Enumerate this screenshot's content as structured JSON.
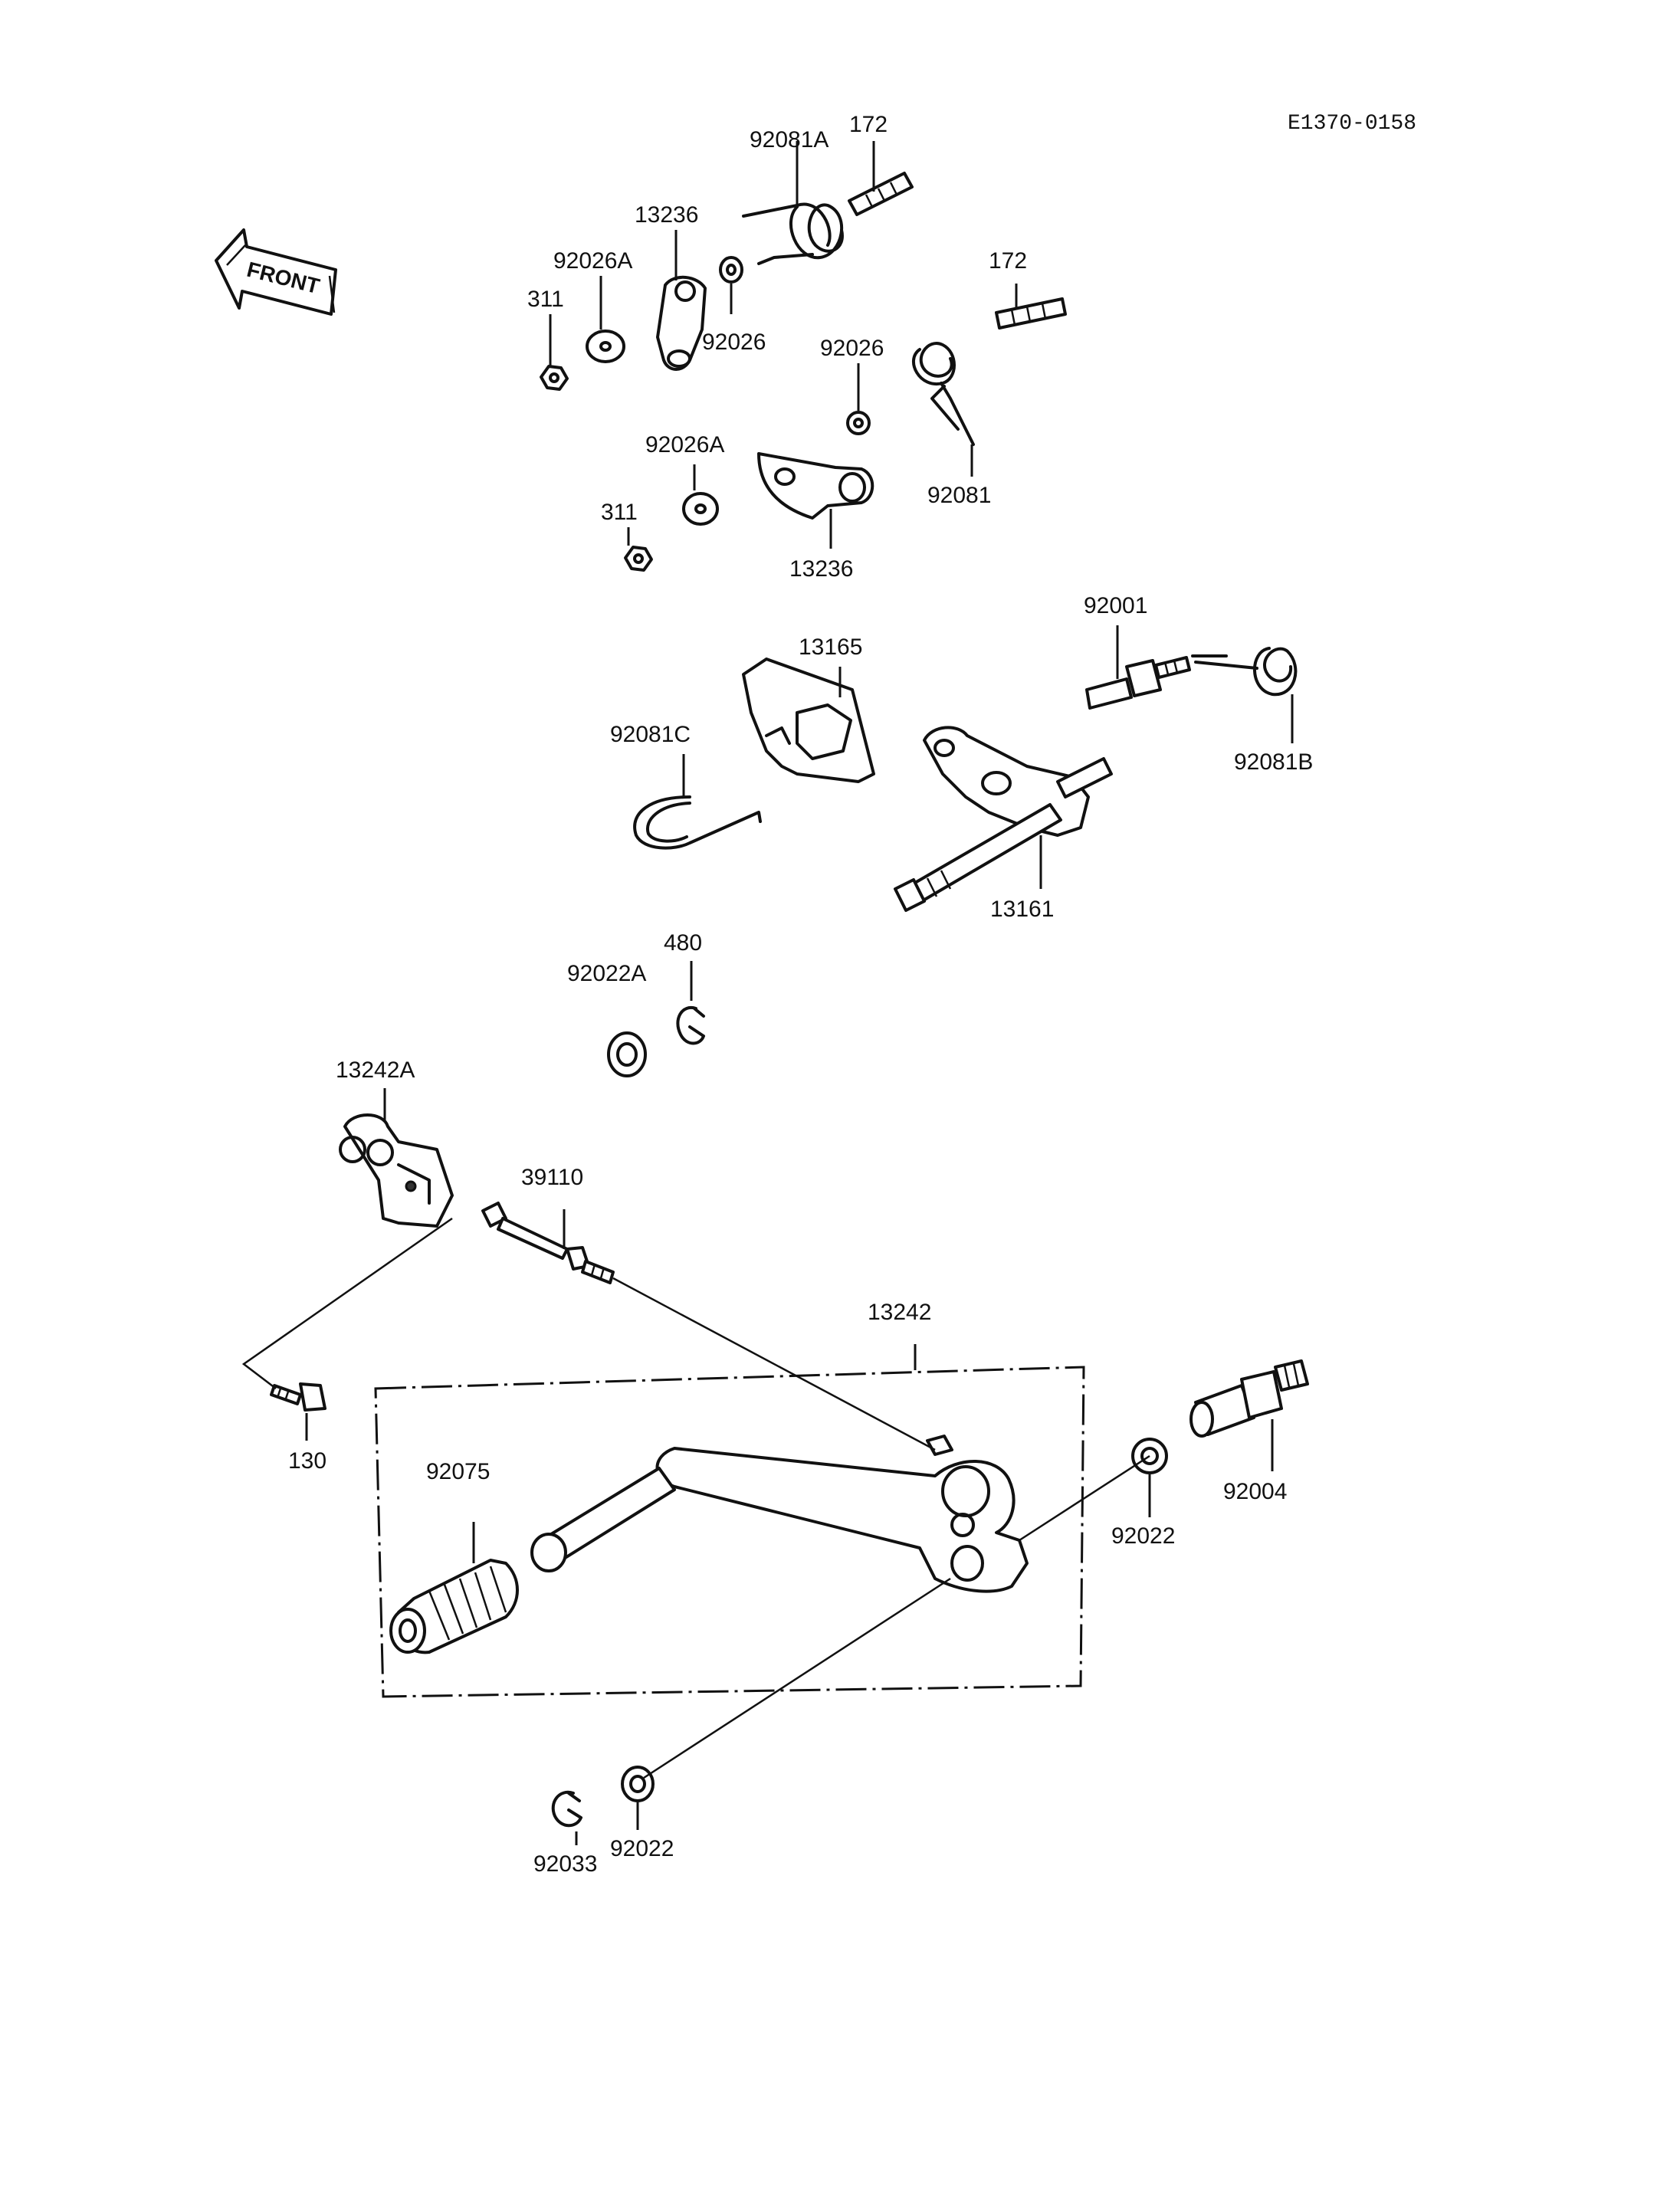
{
  "diagram": {
    "code": "E1370-0158",
    "front_label": "FRONT",
    "callouts": [
      {
        "id": "c-92081a",
        "text": "92081A"
      },
      {
        "id": "c-172-top",
        "text": "172"
      },
      {
        "id": "c-13236-top",
        "text": "13236"
      },
      {
        "id": "c-92026a-top",
        "text": "92026A"
      },
      {
        "id": "c-311-top",
        "text": "311"
      },
      {
        "id": "c-92026-top",
        "text": "92026"
      },
      {
        "id": "c-172-right",
        "text": "172"
      },
      {
        "id": "c-92026-right",
        "text": "92026"
      },
      {
        "id": "c-92081",
        "text": "92081"
      },
      {
        "id": "c-92026a-mid",
        "text": "92026A"
      },
      {
        "id": "c-311-mid",
        "text": "311"
      },
      {
        "id": "c-13236-mid",
        "text": "13236"
      },
      {
        "id": "c-92001",
        "text": "92001"
      },
      {
        "id": "c-13165",
        "text": "13165"
      },
      {
        "id": "c-92081c",
        "text": "92081C"
      },
      {
        "id": "c-92081b",
        "text": "92081B"
      },
      {
        "id": "c-13161",
        "text": "13161"
      },
      {
        "id": "c-480",
        "text": "480"
      },
      {
        "id": "c-92022a",
        "text": "92022A"
      },
      {
        "id": "c-13242a",
        "text": "13242A"
      },
      {
        "id": "c-39110",
        "text": "39110"
      },
      {
        "id": "c-13242",
        "text": "13242"
      },
      {
        "id": "c-130",
        "text": "130"
      },
      {
        "id": "c-92075",
        "text": "92075"
      },
      {
        "id": "c-92004",
        "text": "92004"
      },
      {
        "id": "c-92022-right",
        "text": "92022"
      },
      {
        "id": "c-92022-bottom",
        "text": "92022"
      },
      {
        "id": "c-92033",
        "text": "92033"
      }
    ]
  }
}
